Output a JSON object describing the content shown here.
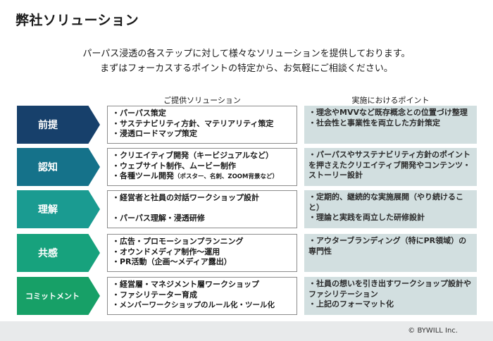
{
  "title": "弊社ソリューション",
  "intro": {
    "line1": "パーパス浸透の各ステップに対して様々なソリューションを提供しております。",
    "line2": "まずはフォーカスするポイントの特定から、お気軽にご相談ください。"
  },
  "columns": {
    "solutions": "ご提供ソリューション",
    "points": "実施におけるポイント"
  },
  "colors": {
    "step1": "#17406b",
    "step2": "#15728a",
    "step3": "#1a9b91",
    "step4": "#17a27d",
    "step5": "#17a067",
    "points_bg": "#d2dfe0"
  },
  "steps": [
    {
      "label": "前提",
      "solutions": [
        "・パーパス策定",
        "・サステナビリティ方針、マテリアリティ策定",
        "・浸透ロードマップ策定"
      ],
      "points": [
        "・理念やMVVなど既存概念との位置づけ整理",
        "・社会性と事業性を両立した方針策定"
      ]
    },
    {
      "label": "認知",
      "solutions": [
        "・クリエイティブ開発（キービジュアルなど）",
        "・ウェブサイト制作、ムービー制作",
        "・各種ツール開発",
        "（ポスター、名刺、ZOOM背景など）"
      ],
      "points": [
        "・パーパスやサステナビリティ方針のポイントを押さえたクリエイティブ開発やコンテンツ・ストーリー設計"
      ]
    },
    {
      "label": "理解",
      "solutions": [
        "・経営者と社員の対話ワークショップ設計",
        "・パーパス理解・浸透研修"
      ],
      "points": [
        "・定期的、継続的な実施展開（やり続けること）",
        "・理論と実践を両立した研修設計"
      ]
    },
    {
      "label": "共感",
      "solutions": [
        "・広告・プロモーションプランニング",
        "・オウンドメディア制作～運用",
        "・PR活動（企画～メディア露出）"
      ],
      "points": [
        "・アウターブランディング（特にPR領域）の専門性"
      ]
    },
    {
      "label": "コミットメント",
      "solutions": [
        "・経営層・マネジメント層ワークショップ",
        "・ファシリテーター育成",
        "・メンバーワークショップのルール化・ツール化"
      ],
      "points": [
        "・社員の想いを引き出すワークショップ設計やファシリテーション",
        "・上記のフォーマット化"
      ]
    }
  ],
  "footer": {
    "copyright": "© BYWILL Inc."
  }
}
